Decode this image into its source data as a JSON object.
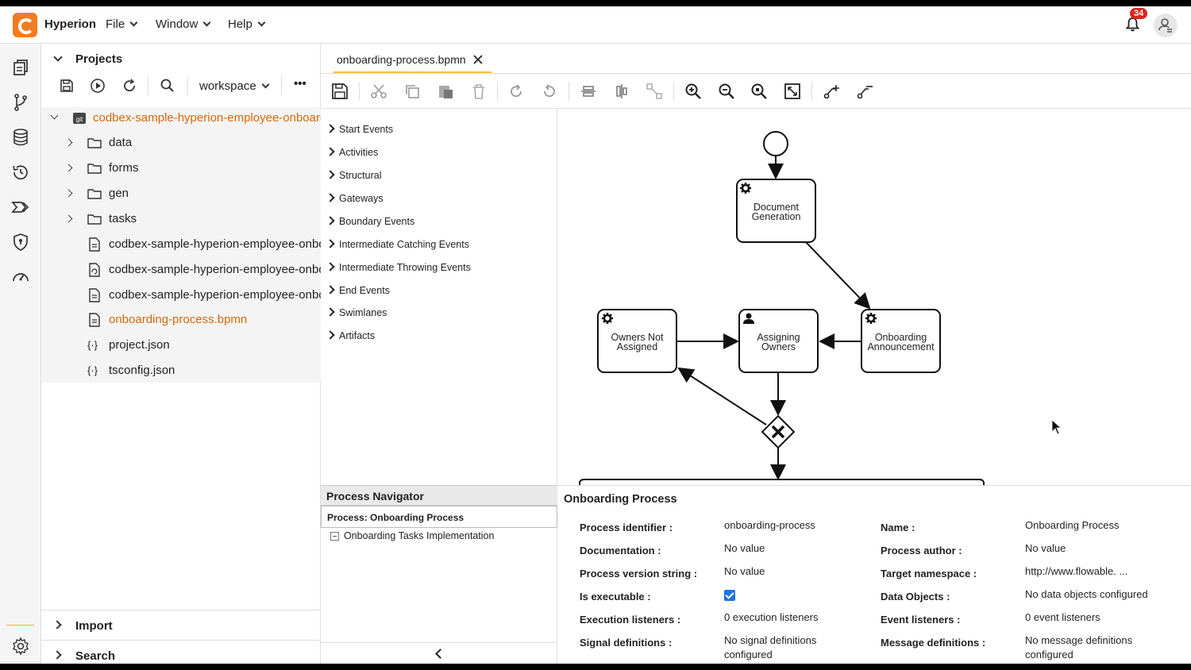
{
  "app": {
    "name": "Hyperion",
    "notification_count": "34"
  },
  "menu": [
    {
      "label": "File"
    },
    {
      "label": "Window"
    },
    {
      "label": "Help"
    }
  ],
  "projects": {
    "title": "Projects",
    "workspace": "workspace",
    "more": "•••",
    "tree": [
      {
        "label": "codbex-sample-hyperion-employee-onboarding",
        "type": "git-repo"
      },
      {
        "label": "data",
        "type": "folder"
      },
      {
        "label": "forms",
        "type": "folder"
      },
      {
        "label": "gen",
        "type": "folder"
      },
      {
        "label": "tasks",
        "type": "folder"
      },
      {
        "label": "codbex-sample-hyperion-employee-onboarding",
        "type": "file"
      },
      {
        "label": "codbex-sample-hyperion-employee-onboarding",
        "type": "file-sync"
      },
      {
        "label": "codbex-sample-hyperion-employee-onboarding",
        "type": "file"
      },
      {
        "label": "onboarding-process.bpmn",
        "type": "file-bpmn"
      },
      {
        "label": "project.json",
        "type": "json"
      },
      {
        "label": "tsconfig.json",
        "type": "json"
      }
    ],
    "import_label": "Import",
    "search_label": "Search"
  },
  "editor": {
    "tab_label": "onboarding-process.bpmn",
    "palette": [
      "Start Events",
      "Activities",
      "Structural",
      "Gateways",
      "Boundary Events",
      "Intermediate Catching Events",
      "Intermediate Throwing Events",
      "End Events",
      "Swimlanes",
      "Artifacts"
    ],
    "diagram": {
      "document_generation": [
        "Document",
        "Generation"
      ],
      "owners_not_assigned": [
        "Owners Not",
        "Assigned"
      ],
      "assigning_owners": [
        "Assigning",
        "Owners"
      ],
      "onboarding_announcement": [
        "Onboarding",
        "Announcement"
      ]
    }
  },
  "navigator": {
    "title": "Process Navigator",
    "selected": "Process: Onboarding Process",
    "child": "Onboarding Tasks Implementation"
  },
  "properties": {
    "title": "Onboarding Process",
    "left": [
      {
        "label": "Process identifier :",
        "value": "onboarding-process"
      },
      {
        "label": "Documentation :",
        "value": "No value"
      },
      {
        "label": "Process version string :",
        "value": "No value"
      },
      {
        "label": "Is executable :",
        "value": ""
      },
      {
        "label": "Execution listeners :",
        "value": "0 execution listeners"
      },
      {
        "label": "Signal definitions :",
        "value": "No signal definitions configured"
      }
    ],
    "right": [
      {
        "label": "Name :",
        "value": "Onboarding Process"
      },
      {
        "label": "Process author :",
        "value": "No value"
      },
      {
        "label": "Target namespace :",
        "value": "http://www.flowable. ..."
      },
      {
        "label": "Data Objects :",
        "value": "No data objects configured"
      },
      {
        "label": "Event listeners :",
        "value": "0 event listeners"
      },
      {
        "label": "Message definitions :",
        "value": "No message definitions configured"
      }
    ],
    "is_executable_checked": true
  }
}
